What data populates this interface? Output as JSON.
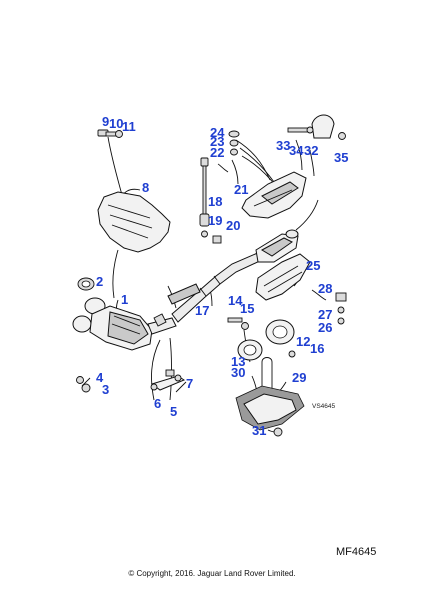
{
  "diagram": {
    "reference_code": "VS4645",
    "drawing_id": "MF4645",
    "copyright": "© Copyright, 2016. Jaguar Land Rover Limited.",
    "callouts": {
      "c1": "1",
      "c2": "2",
      "c3": "3",
      "c4": "4",
      "c5": "5",
      "c6": "6",
      "c7": "7",
      "c8": "8",
      "c9": "9",
      "c10": "10",
      "c11": "11",
      "c12": "12",
      "c13": "13",
      "c14": "14",
      "c15": "15",
      "c16": "16",
      "c17": "17",
      "c18": "18",
      "c19": "19",
      "c20": "20",
      "c21": "21",
      "c22": "22",
      "c23": "23",
      "c24": "24",
      "c25": "25",
      "c26": "26",
      "c27": "27",
      "c28": "28",
      "c29": "29",
      "c30": "30",
      "c31": "31",
      "c32": "32",
      "c33": "33",
      "c34": "34",
      "c35": "35"
    },
    "colors": {
      "callout": "#1f3fd1",
      "line": "#111111"
    }
  }
}
